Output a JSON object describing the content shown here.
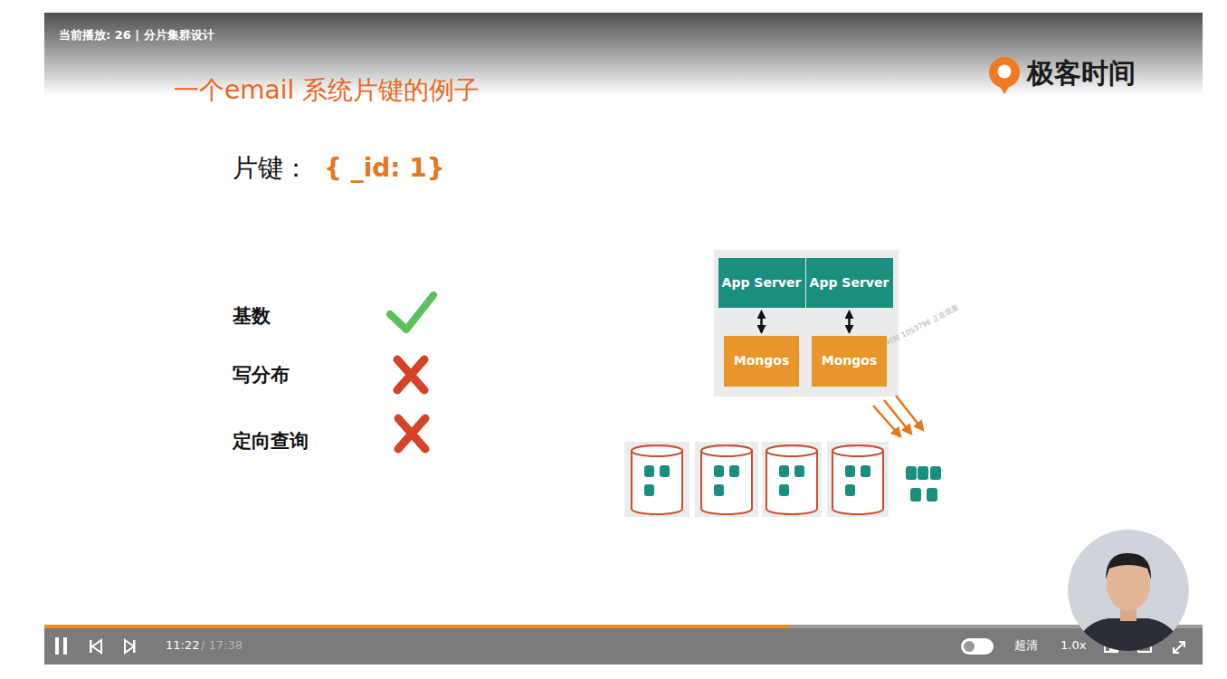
{
  "diagram": {
    "title": "一个email 系统片键的例子",
    "nodes": [
      {
        "text": [
          "App Server"
        ]
      },
      {
        "text": [
          "App Server"
        ]
      },
      {
        "text": [
          "Mongos"
        ]
      },
      {
        "text": [
          "Mongos"
        ]
      }
    ],
    "edges": [
      {
        "from": 0,
        "to": 2,
        "arrow": "both"
      },
      {
        "from": 1,
        "to": 3,
        "arrow": "both"
      }
    ],
    "labels": [
      "当前播放: 26 | 分片集群设计",
      "极客时间",
      "片键：",
      "{ _id: 1}",
      "基数",
      "写分布",
      "定向查询",
      "极客时间 1053796 正在观看",
      "11:22",
      "/ 17:38",
      "超清",
      "1.0x"
    ]
  }
}
